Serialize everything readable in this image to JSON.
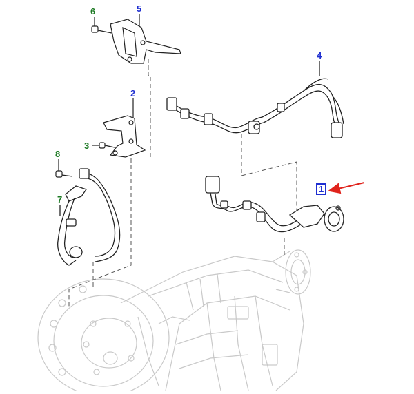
{
  "diagram": {
    "callouts": [
      {
        "id": "c6",
        "label": "6",
        "color": "#1d7a24"
      },
      {
        "id": "c5",
        "label": "5",
        "color": "#1f2fd1"
      },
      {
        "id": "c4",
        "label": "4",
        "color": "#1f2fd1"
      },
      {
        "id": "c2",
        "label": "2",
        "color": "#1f2fd1"
      },
      {
        "id": "c3",
        "label": "3",
        "color": "#1d7a24"
      },
      {
        "id": "c8",
        "label": "8",
        "color": "#1d7a24"
      },
      {
        "id": "c7",
        "label": "7",
        "color": "#1d7a24"
      },
      {
        "id": "c1",
        "label": "1",
        "color": "#1f2fd1",
        "highlighted": true
      }
    ],
    "pointer_arrow_color": "#e0231c",
    "part_line_color": "#222222",
    "ghost_line_color": "#c9c9c9"
  }
}
